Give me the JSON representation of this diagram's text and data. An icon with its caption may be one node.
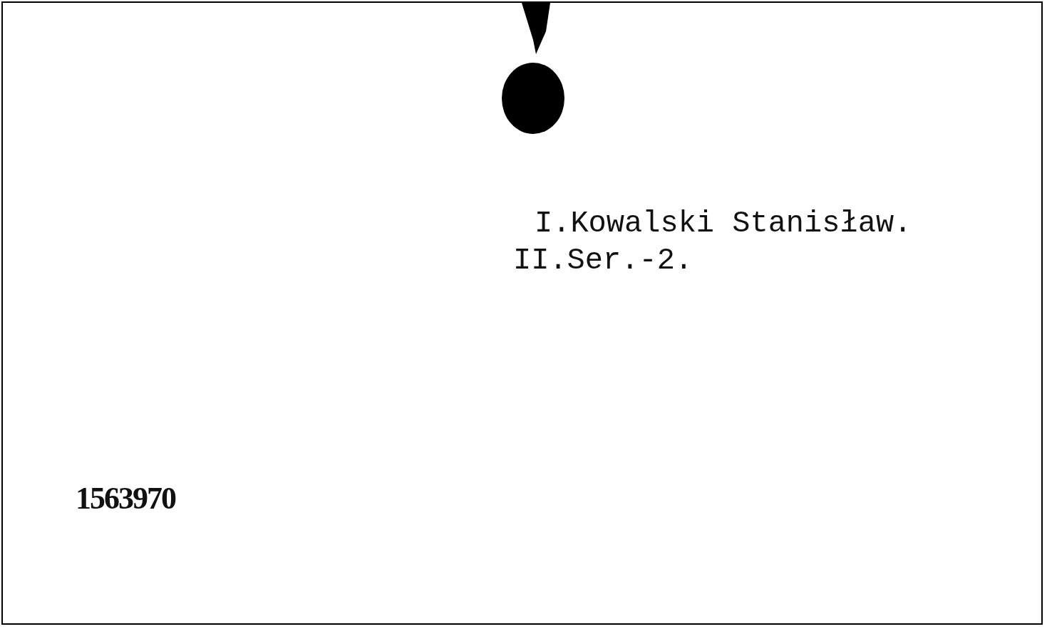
{
  "diagram": {
    "labels": [
      "I.Kowalski Stanisław.",
      "II.Ser.-2.",
      "1563970"
    ]
  }
}
